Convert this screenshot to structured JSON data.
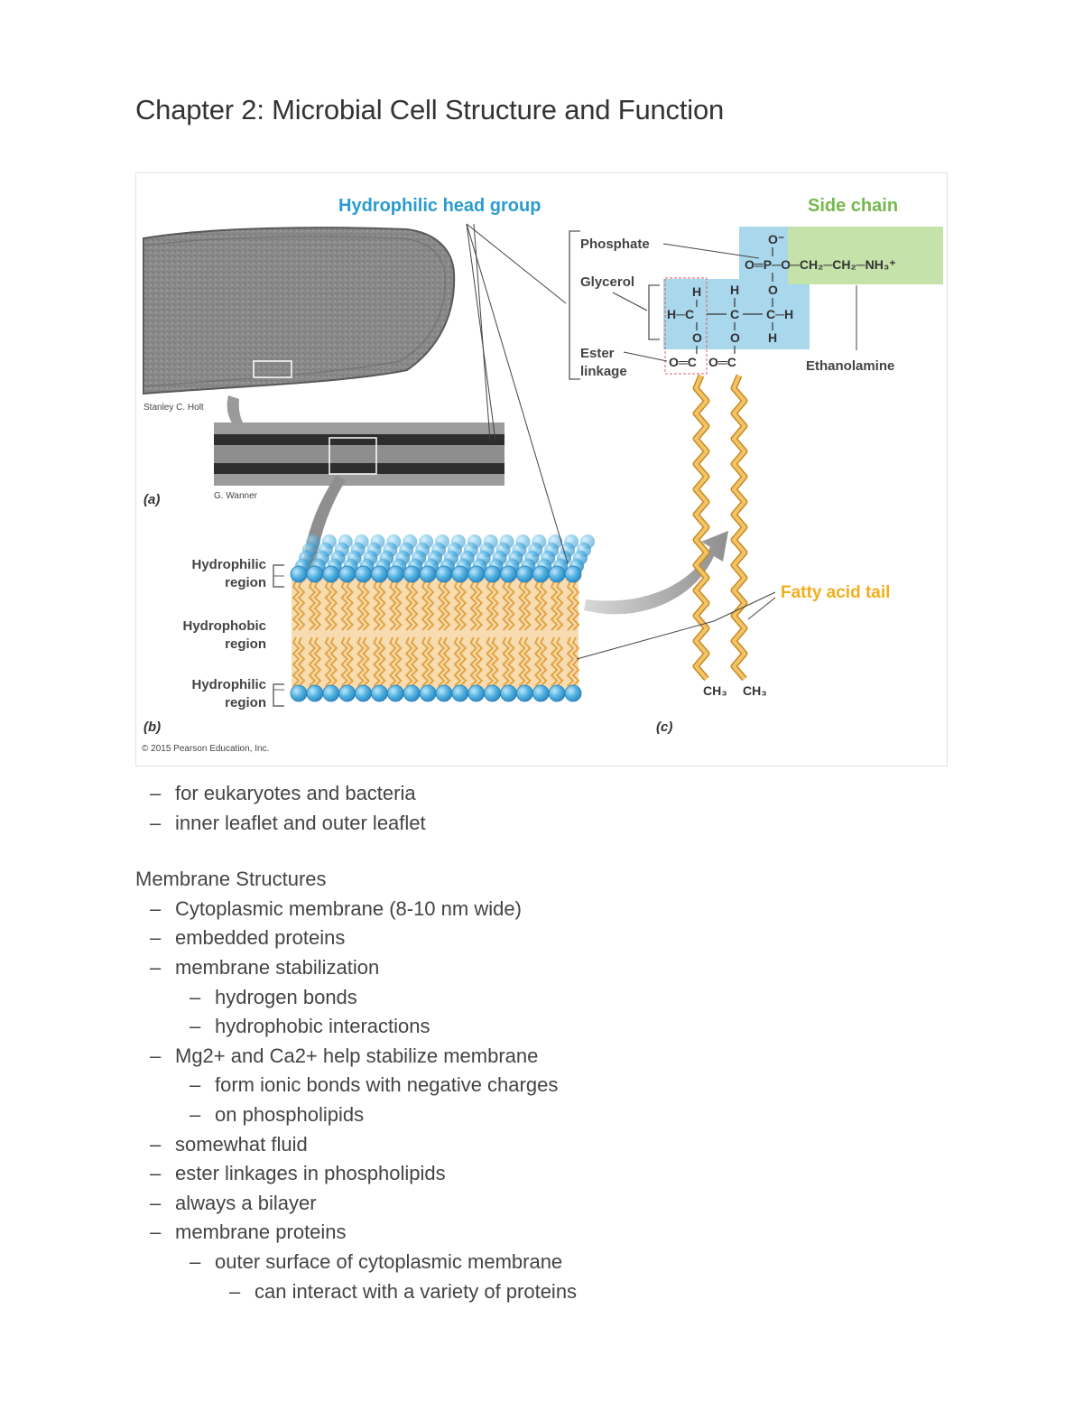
{
  "document": {
    "title": "Chapter 2: Microbial Cell Structure and Function"
  },
  "figure": {
    "hydrophilic_head_group": "Hydrophilic head group",
    "side_chain": "Side chain",
    "phosphate": "Phosphate",
    "glycerol": "Glycerol",
    "ester": "Ester",
    "linkage": "linkage",
    "ethanolamine": "Ethanolamine",
    "fatty_acid_tail": "Fatty acid tail",
    "credit_holt": "Stanley C. Holt",
    "credit_wanner": "G. Wanner",
    "panel_a": "(a)",
    "panel_b": "(b)",
    "panel_c": "(c)",
    "copyright": "© 2015 Pearson Education, Inc.",
    "hydrophilic_top": [
      "Hydrophilic",
      "region"
    ],
    "hydrophobic": [
      "Hydrophobic",
      "region"
    ],
    "hydrophilic_bottom": [
      "Hydrophilic",
      "region"
    ],
    "chem": {
      "o_minus": "O⁻",
      "p_row": "O═P─O─CH₂─CH₂─NH₃⁺",
      "h": "H",
      "o": "O",
      "c": "C",
      "hc": "H─C",
      "ch": "C─H",
      "oeqc": "O═C",
      "ch3": "CH₃"
    },
    "colors": {
      "blue_box": "#a9d7ec",
      "green_box": "#c4e2a9",
      "hydrophilic_title": "#2b9bd1",
      "side_chain_title": "#74b94c",
      "fatty_acid_title": "#f2ae1c",
      "head_sphere": "#4fb0e0",
      "tail": "#e8b659"
    }
  },
  "notes": [
    {
      "level": 1,
      "text": "for eukaryotes and bacteria"
    },
    {
      "level": 1,
      "text": "inner leaflet and outer leaflet"
    },
    {
      "level": 0,
      "text": ""
    },
    {
      "level": 0,
      "text": "Membrane Structures"
    },
    {
      "level": 1,
      "text": "Cytoplasmic membrane (8-10 nm wide)"
    },
    {
      "level": 1,
      "text": "embedded proteins"
    },
    {
      "level": 1,
      "text": "membrane stabilization"
    },
    {
      "level": 2,
      "text": "hydrogen bonds"
    },
    {
      "level": 2,
      "text": "hydrophobic interactions"
    },
    {
      "level": 1,
      "text": "Mg2+ and Ca2+ help stabilize membrane"
    },
    {
      "level": 2,
      "text": "form ionic bonds with negative charges"
    },
    {
      "level": 2,
      "text": "on phospholipids"
    },
    {
      "level": 1,
      "text": "somewhat fluid"
    },
    {
      "level": 1,
      "text": "ester linkages in phospholipids"
    },
    {
      "level": 1,
      "text": "always a bilayer"
    },
    {
      "level": 1,
      "text": "membrane proteins"
    },
    {
      "level": 2,
      "text": "outer surface of cytoplasmic membrane"
    },
    {
      "level": 3,
      "text": "can interact with a variety of proteins"
    }
  ],
  "dash": "–"
}
